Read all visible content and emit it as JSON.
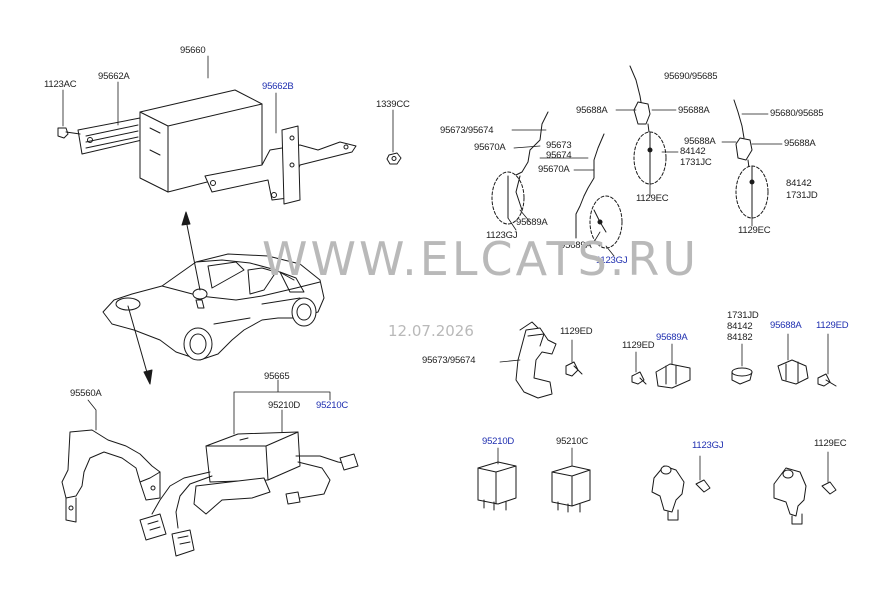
{
  "colors": {
    "line": "#1a1a1a",
    "label": "#222222",
    "link": "#1f2fb0",
    "watermark": "#b9b9b9"
  },
  "watermark": {
    "text": "WWW.ELCATS.RU",
    "date": "12.07.2026"
  },
  "labels": {
    "p95660": "95660",
    "p1123AC": "1123AC",
    "p95662A": "95662A",
    "p95662B": "95662B",
    "p1339CC": "1339CC",
    "p95690_95685": "95690/95685",
    "p95688A_1": "95688A",
    "p95688A_2": "95688A",
    "p95673_95674_top": "95673/95674",
    "p95670A_1": "95670A",
    "p95673_small": "95673",
    "p95674_small": "95674",
    "p95670A_2": "95670A",
    "p84142_1": "84142",
    "p1731JC_1": "1731JC",
    "p1129EC_1": "1129EC",
    "p95680_95685": "95680/95685",
    "p95688A_3": "95688A",
    "p95688A_4": "95688A",
    "p84142_2": "84142",
    "p1731JD": "1731JD",
    "p1129EC_2": "1129EC",
    "p1123GJ_1": "1123GJ",
    "p95689A_1": "95689A",
    "p95689A_2": "95689A",
    "p1123GJ_2": "1123GJ",
    "p95560A": "95560A",
    "p95665": "95665",
    "p95210D_1": "95210D",
    "p95210C_1": "95210C",
    "p1129ED_1": "1129ED",
    "p95673_95674_mid": "95673/95674",
    "p1129ED_2": "1129ED",
    "p95689A_3": "95689A",
    "p1731JD_2": "1731JD",
    "p84142_3": "84142",
    "p84182": "84182",
    "p95688A_5": "95688A",
    "p1129ED_3": "1129ED",
    "p95210D_2": "95210D",
    "p95210C_2": "95210C",
    "p1123GJ_3": "1123GJ",
    "p1129EC_3": "1129EC"
  },
  "links": [
    "p95662B",
    "p1123GJ_2",
    "p95689A_3",
    "p95688A_5",
    "p1129ED_3",
    "p95210C_1",
    "p95210D_2",
    "p1123GJ_3"
  ]
}
